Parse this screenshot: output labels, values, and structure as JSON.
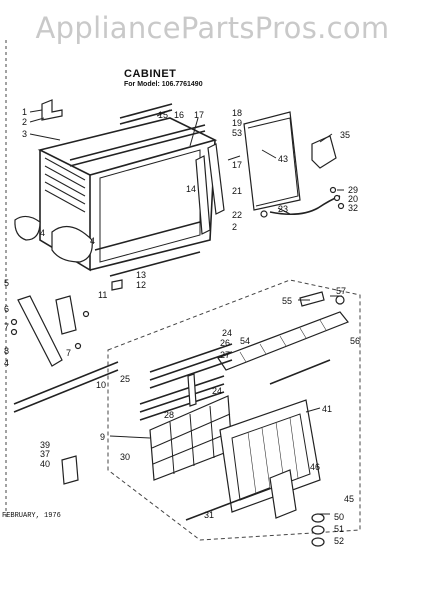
{
  "watermark": "AppliancePartsPros.com",
  "title": "CABINET",
  "model_line": "For Model: 106.7761490",
  "footer": "FEBRUARY, 1976",
  "callouts": [
    {
      "id": "c1",
      "text": "1"
    },
    {
      "id": "c2",
      "text": "2"
    },
    {
      "id": "c3",
      "text": "3"
    },
    {
      "id": "c15",
      "text": "15"
    },
    {
      "id": "c16",
      "text": "16"
    },
    {
      "id": "c17a",
      "text": "17"
    },
    {
      "id": "c18",
      "text": "18"
    },
    {
      "id": "c19",
      "text": "19"
    },
    {
      "id": "c53",
      "text": "53"
    },
    {
      "id": "c35",
      "text": "35"
    },
    {
      "id": "c43",
      "text": "43"
    },
    {
      "id": "c17b",
      "text": "17"
    },
    {
      "id": "c14",
      "text": "14"
    },
    {
      "id": "c21",
      "text": "21"
    },
    {
      "id": "c22",
      "text": "22"
    },
    {
      "id": "c2b",
      "text": "2"
    },
    {
      "id": "c23",
      "text": "23"
    },
    {
      "id": "c29",
      "text": "29"
    },
    {
      "id": "c20",
      "text": "20"
    },
    {
      "id": "c32",
      "text": "32"
    },
    {
      "id": "c4a",
      "text": "4"
    },
    {
      "id": "c4b",
      "text": "4"
    },
    {
      "id": "c13",
      "text": "13"
    },
    {
      "id": "c12",
      "text": "12"
    },
    {
      "id": "c11",
      "text": "11"
    },
    {
      "id": "c5",
      "text": "5"
    },
    {
      "id": "c6",
      "text": "6"
    },
    {
      "id": "c7a",
      "text": "7"
    },
    {
      "id": "c8",
      "text": "8"
    },
    {
      "id": "c4c",
      "text": "4"
    },
    {
      "id": "c7b",
      "text": "7"
    },
    {
      "id": "c10",
      "text": "10"
    },
    {
      "id": "c55",
      "text": "55"
    },
    {
      "id": "c57",
      "text": "57"
    },
    {
      "id": "c24a",
      "text": "24"
    },
    {
      "id": "c54",
      "text": "54"
    },
    {
      "id": "c26",
      "text": "26"
    },
    {
      "id": "c27",
      "text": "27"
    },
    {
      "id": "c56",
      "text": "56"
    },
    {
      "id": "c25",
      "text": "25"
    },
    {
      "id": "c24b",
      "text": "24"
    },
    {
      "id": "c28",
      "text": "28"
    },
    {
      "id": "c41",
      "text": "41"
    },
    {
      "id": "c9",
      "text": "9"
    },
    {
      "id": "c39",
      "text": "39"
    },
    {
      "id": "c37",
      "text": "37"
    },
    {
      "id": "c40",
      "text": "40"
    },
    {
      "id": "c30",
      "text": "30"
    },
    {
      "id": "c46",
      "text": "46"
    },
    {
      "id": "c31",
      "text": "31"
    },
    {
      "id": "c45",
      "text": "45"
    },
    {
      "id": "c50",
      "text": "50"
    },
    {
      "id": "c51",
      "text": "51"
    },
    {
      "id": "c52",
      "text": "52"
    }
  ]
}
